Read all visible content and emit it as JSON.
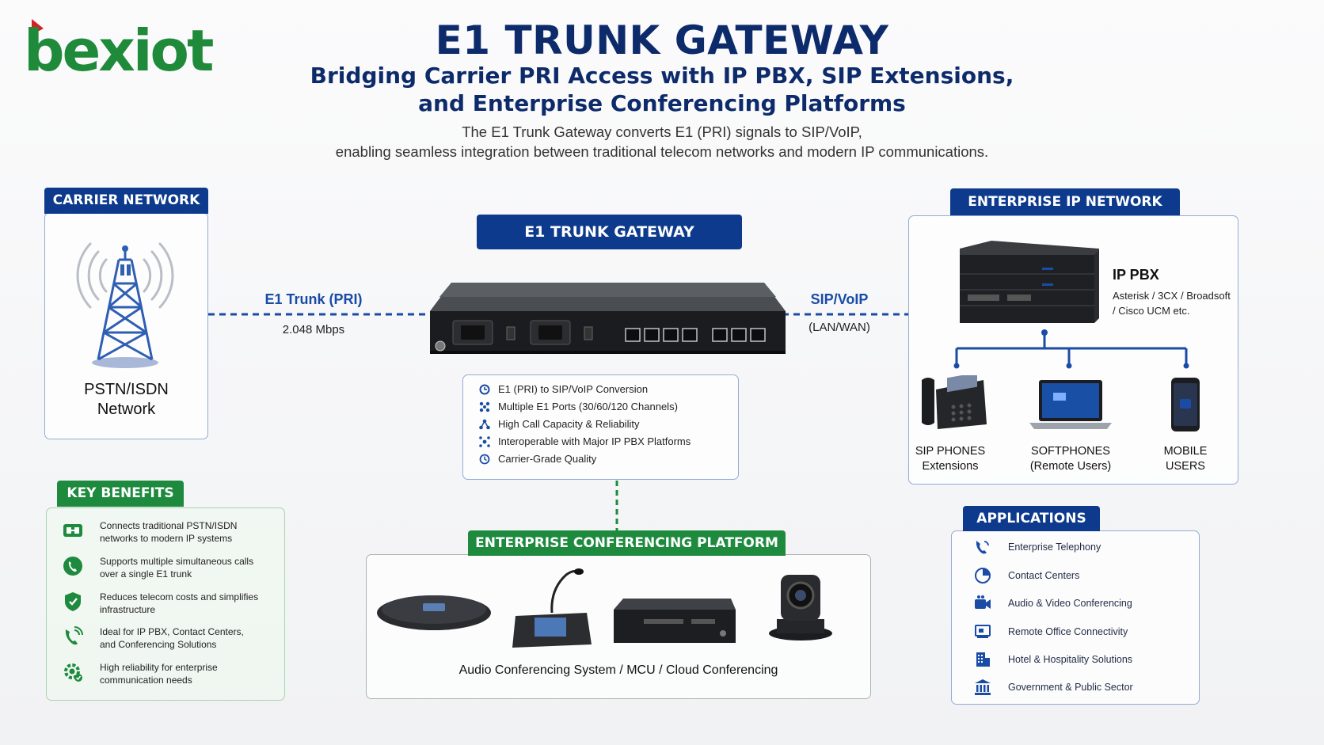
{
  "brand": {
    "name": "bexiot",
    "primary": "#1e8a3e",
    "accent": "#d62027"
  },
  "colors": {
    "navy": "#0d2b6b",
    "blue_tab": "#0d3a8c",
    "green_tab": "#1e8a3e",
    "link_blue": "#1a4ca6"
  },
  "header": {
    "title": "E1 TRUNK GATEWAY",
    "subtitle_line1": "Bridging Carrier PRI Access with IP PBX, SIP Extensions,",
    "subtitle_line2": "and Enterprise Conferencing Platforms",
    "desc_line1": "The E1 Trunk Gateway converts E1 (PRI) signals to SIP/VoIP,",
    "desc_line2": "enabling seamless integration between traditional telecom networks and modern IP communications."
  },
  "carrier": {
    "tab": "CARRIER NETWORK",
    "label_line1": "PSTN/ISDN",
    "label_line2": "Network",
    "icon": "cell-tower-icon"
  },
  "links": {
    "e1_label": "E1 Trunk (PRI)",
    "e1_rate": "2.048 Mbps",
    "sip_label": "SIP/VoIP",
    "sip_sub": "(LAN/WAN)"
  },
  "gateway": {
    "tab": "E1 TRUNK GATEWAY",
    "features": [
      {
        "icon": "convert-icon",
        "label": "E1 (PRI) to SIP/VoIP Conversion"
      },
      {
        "icon": "ports-icon",
        "label": "Multiple E1 Ports (30/60/120 Channels)"
      },
      {
        "icon": "network-icon",
        "label": "High Call Capacity & Reliability"
      },
      {
        "icon": "hub-icon",
        "label": "Interoperable with Major IP PBX Platforms"
      },
      {
        "icon": "clock-icon",
        "label": "Carrier-Grade Quality"
      }
    ]
  },
  "enterprise": {
    "tab": "ENTERPRISE IP NETWORK",
    "pbx_title": "IP PBX",
    "pbx_desc": "Asterisk / 3CX / Broadsoft / Cisco UCM etc.",
    "devices": [
      {
        "line1": "SIP PHONES",
        "line2": "Extensions"
      },
      {
        "line1": "SOFTPHONES",
        "line2": "(Remote Users)"
      },
      {
        "line1": "MOBILE",
        "line2": "USERS"
      }
    ]
  },
  "benefits": {
    "tab": "KEY BENEFITS",
    "items": [
      {
        "icon": "bridge-icon",
        "line1": "Connects traditional PSTN/ISDN",
        "line2": "networks to modern IP systems"
      },
      {
        "icon": "phone-call-icon",
        "line1": "Supports multiple simultaneous calls",
        "line2": "over a single E1 trunk"
      },
      {
        "icon": "shield-icon",
        "line1": "Reduces telecom costs and simplifies",
        "line2": "infrastructure"
      },
      {
        "icon": "phone-wave-icon",
        "line1": "Ideal for IP PBX, Contact Centers,",
        "line2": "and Conferencing Solutions"
      },
      {
        "icon": "gear-icon",
        "line1": "High reliability for enterprise",
        "line2": "communication needs"
      }
    ]
  },
  "conferencing": {
    "tab": "ENTERPRISE CONFERENCING PLATFORM",
    "label": "Audio Conferencing System / MCU / Cloud Conferencing"
  },
  "applications": {
    "tab": "APPLICATIONS",
    "items": [
      {
        "icon": "telephony-icon",
        "label": "Enterprise Telephony"
      },
      {
        "icon": "contact-center-icon",
        "label": "Contact Centers"
      },
      {
        "icon": "video-icon",
        "label": "Audio & Video Conferencing"
      },
      {
        "icon": "remote-office-icon",
        "label": "Remote Office Connectivity"
      },
      {
        "icon": "hotel-icon",
        "label": "Hotel & Hospitality Solutions"
      },
      {
        "icon": "government-icon",
        "label": "Government & Public Sector"
      }
    ]
  }
}
